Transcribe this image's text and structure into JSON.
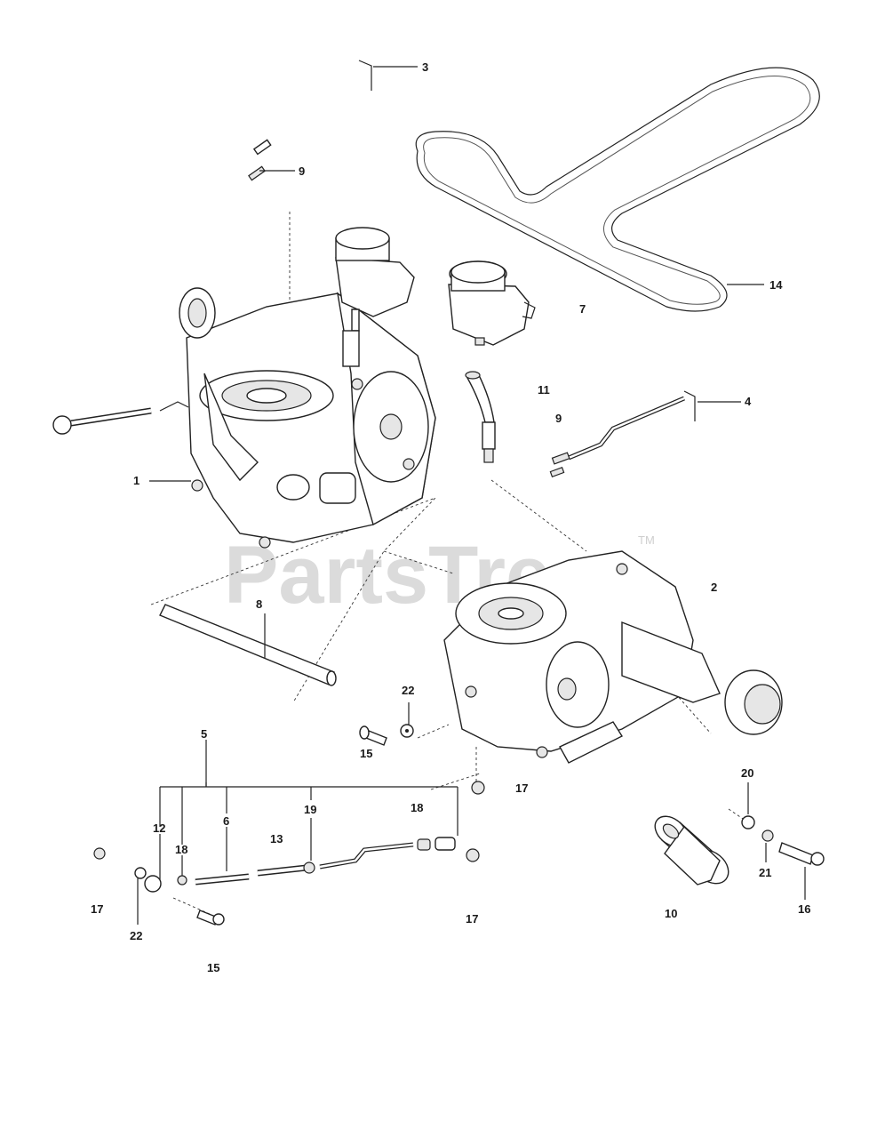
{
  "watermark": {
    "text": "PartsTree",
    "trademark": "TM"
  },
  "callouts": [
    {
      "id": "c1",
      "label": "1"
    },
    {
      "id": "c2",
      "label": "2"
    },
    {
      "id": "c3",
      "label": "3"
    },
    {
      "id": "c4",
      "label": "4"
    },
    {
      "id": "c5",
      "label": "5"
    },
    {
      "id": "c6",
      "label": "6"
    },
    {
      "id": "c7",
      "label": "7"
    },
    {
      "id": "c8",
      "label": "8"
    },
    {
      "id": "c9a",
      "label": "9"
    },
    {
      "id": "c9b",
      "label": "9"
    },
    {
      "id": "c10",
      "label": "10"
    },
    {
      "id": "c11",
      "label": "11"
    },
    {
      "id": "c12",
      "label": "12"
    },
    {
      "id": "c13",
      "label": "13"
    },
    {
      "id": "c14",
      "label": "14"
    },
    {
      "id": "c15a",
      "label": "15"
    },
    {
      "id": "c15b",
      "label": "15"
    },
    {
      "id": "c16",
      "label": "16"
    },
    {
      "id": "c17a",
      "label": "17"
    },
    {
      "id": "c17b",
      "label": "17"
    },
    {
      "id": "c17c",
      "label": "17"
    },
    {
      "id": "c18a",
      "label": "18"
    },
    {
      "id": "c18b",
      "label": "18"
    },
    {
      "id": "c19",
      "label": "19"
    },
    {
      "id": "c20",
      "label": "20"
    },
    {
      "id": "c21",
      "label": "21"
    },
    {
      "id": "c22a",
      "label": "22"
    },
    {
      "id": "c22b",
      "label": "22"
    }
  ]
}
